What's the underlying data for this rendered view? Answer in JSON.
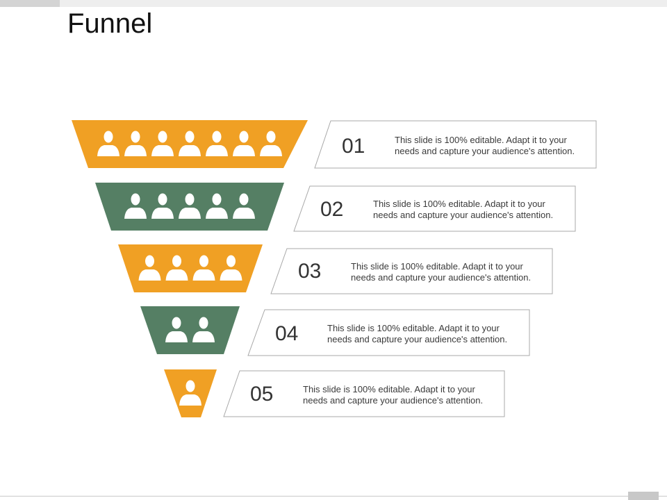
{
  "slide": {
    "title": "Funnel"
  },
  "colors": {
    "orange": "#F0A024",
    "green": "#557F64",
    "box_border": "#a8a8a8",
    "icon": "#ffffff"
  },
  "stages": [
    {
      "number": "01",
      "text": "This slide is 100% editable. Adapt it to your needs and capture your audience's attention.",
      "people": 7,
      "color": "orange"
    },
    {
      "number": "02",
      "text": "This slide is 100% editable. Adapt it to your needs and capture your audience's attention.",
      "people": 5,
      "color": "green"
    },
    {
      "number": "03",
      "text": "This slide is 100% editable. Adapt it to your needs and capture your audience's attention.",
      "people": 4,
      "color": "orange"
    },
    {
      "number": "04",
      "text": "This slide is 100% editable. Adapt it to your needs and capture your audience's attention.",
      "people": 2,
      "color": "green"
    },
    {
      "number": "05",
      "text": "This slide is 100% editable. Adapt it to your needs and capture your audience's attention.",
      "people": 1,
      "color": "orange"
    }
  ],
  "icons": {
    "person": "person-icon"
  }
}
